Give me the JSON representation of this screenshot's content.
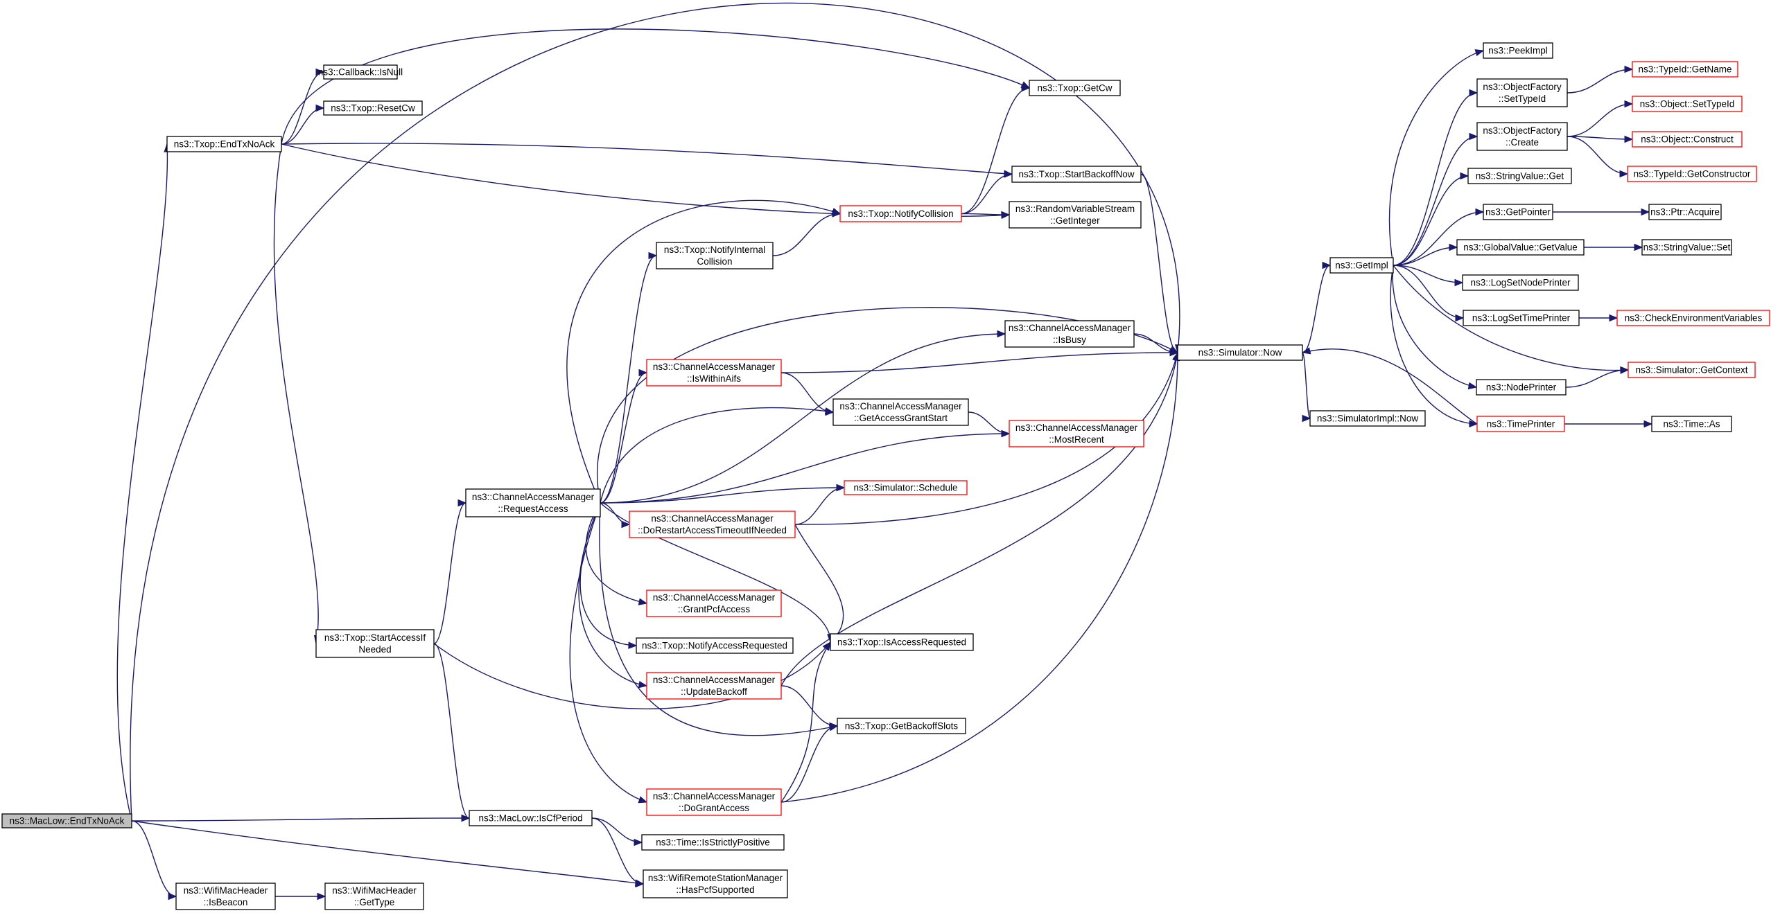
{
  "graph": {
    "colors": {
      "edge": "#191970",
      "truncated_border": "#ff0000",
      "normal_border": "#000000",
      "root_fill": "#bfbfbf",
      "background": "#ffffff"
    },
    "nodes": [
      {
        "id": "root",
        "lines": [
          "ns3::MacLow::EndTxNoAck"
        ],
        "style": "root"
      },
      {
        "id": "endtxnoack",
        "lines": [
          "ns3::Txop::EndTxNoAck"
        ],
        "style": "normal"
      },
      {
        "id": "callbackisnull",
        "lines": [
          "ns3::Callback::IsNull"
        ],
        "style": "normal"
      },
      {
        "id": "resetcw",
        "lines": [
          "ns3::Txop::ResetCw"
        ],
        "style": "normal"
      },
      {
        "id": "getcw",
        "lines": [
          "ns3::Txop::GetCw"
        ],
        "style": "normal"
      },
      {
        "id": "startbackoffnow",
        "lines": [
          "ns3::Txop::StartBackoffNow"
        ],
        "style": "normal"
      },
      {
        "id": "notifycollision",
        "lines": [
          "ns3::Txop::NotifyCollision"
        ],
        "style": "truncated"
      },
      {
        "id": "rvsgetinteger",
        "lines": [
          "ns3::RandomVariableStream",
          "::GetInteger"
        ],
        "style": "normal"
      },
      {
        "id": "notifyinternalcollision",
        "lines": [
          "ns3::Txop::NotifyInternal",
          "Collision"
        ],
        "style": "normal"
      },
      {
        "id": "camisbusy",
        "lines": [
          "ns3::ChannelAccessManager",
          "::IsBusy"
        ],
        "style": "normal"
      },
      {
        "id": "simnow",
        "lines": [
          "ns3::Simulator::Now"
        ],
        "style": "normal"
      },
      {
        "id": "camiswithinaifs",
        "lines": [
          "ns3::ChannelAccessManager",
          "::IsWithinAifs"
        ],
        "style": "truncated"
      },
      {
        "id": "camgetaccessgrantstart",
        "lines": [
          "ns3::ChannelAccessManager",
          "::GetAccessGrantStart"
        ],
        "style": "normal"
      },
      {
        "id": "cammostrecent",
        "lines": [
          "ns3::ChannelAccessManager",
          "::MostRecent"
        ],
        "style": "truncated"
      },
      {
        "id": "camrequestaccess",
        "lines": [
          "ns3::ChannelAccessManager",
          "::RequestAccess"
        ],
        "style": "normal"
      },
      {
        "id": "simschedule",
        "lines": [
          "ns3::Simulator::Schedule"
        ],
        "style": "truncated"
      },
      {
        "id": "camdorestart",
        "lines": [
          "ns3::ChannelAccessManager",
          "::DoRestartAccessTimeoutIfNeeded"
        ],
        "style": "truncated"
      },
      {
        "id": "camgrantpcf",
        "lines": [
          "ns3::ChannelAccessManager",
          "::GrantPcfAccess"
        ],
        "style": "truncated"
      },
      {
        "id": "notifyaccessrequested",
        "lines": [
          "ns3::Txop::NotifyAccessRequested"
        ],
        "style": "normal"
      },
      {
        "id": "isaccessrequested",
        "lines": [
          "ns3::Txop::IsAccessRequested"
        ],
        "style": "normal"
      },
      {
        "id": "startaccessifneeded",
        "lines": [
          "ns3::Txop::StartAccessIf",
          "Needed"
        ],
        "style": "normal"
      },
      {
        "id": "camupdatebackoff",
        "lines": [
          "ns3::ChannelAccessManager",
          "::UpdateBackoff"
        ],
        "style": "truncated"
      },
      {
        "id": "getbackoffslots",
        "lines": [
          "ns3::Txop::GetBackoffSlots"
        ],
        "style": "normal"
      },
      {
        "id": "camdogrant",
        "lines": [
          "ns3::ChannelAccessManager",
          "::DoGrantAccess"
        ],
        "style": "truncated"
      },
      {
        "id": "maclowiscfperiod",
        "lines": [
          "ns3::MacLow::IsCfPeriod"
        ],
        "style": "normal"
      },
      {
        "id": "timeisstrictlypositive",
        "lines": [
          "ns3::Time::IsStrictlyPositive"
        ],
        "style": "normal"
      },
      {
        "id": "wrsmhaspcf",
        "lines": [
          "ns3::WifiRemoteStationManager",
          "::HasPcfSupported"
        ],
        "style": "normal"
      },
      {
        "id": "wmhisbeacon",
        "lines": [
          "ns3::WifiMacHeader",
          "::IsBeacon"
        ],
        "style": "normal"
      },
      {
        "id": "wmhgettype",
        "lines": [
          "ns3::WifiMacHeader",
          "::GetType"
        ],
        "style": "normal"
      },
      {
        "id": "simimplnow",
        "lines": [
          "ns3::SimulatorImpl::Now"
        ],
        "style": "normal"
      },
      {
        "id": "getimpl",
        "lines": [
          "ns3::GetImpl"
        ],
        "style": "normal"
      },
      {
        "id": "peekimpl",
        "lines": [
          "ns3::PeekImpl"
        ],
        "style": "normal"
      },
      {
        "id": "ofsettypeid",
        "lines": [
          "ns3::ObjectFactory",
          "::SetTypeId"
        ],
        "style": "normal"
      },
      {
        "id": "typeidgetname",
        "lines": [
          "ns3::TypeId::GetName"
        ],
        "style": "truncated"
      },
      {
        "id": "ofcreate",
        "lines": [
          "ns3::ObjectFactory",
          "::Create"
        ],
        "style": "normal"
      },
      {
        "id": "objectsettypeid",
        "lines": [
          "ns3::Object::SetTypeId"
        ],
        "style": "truncated"
      },
      {
        "id": "objectconstruct",
        "lines": [
          "ns3::Object::Construct"
        ],
        "style": "truncated"
      },
      {
        "id": "typeidgetconstructor",
        "lines": [
          "ns3::TypeId::GetConstructor"
        ],
        "style": "truncated"
      },
      {
        "id": "stringvalueget",
        "lines": [
          "ns3::StringValue::Get"
        ],
        "style": "normal"
      },
      {
        "id": "getpointer",
        "lines": [
          "ns3::GetPointer"
        ],
        "style": "normal"
      },
      {
        "id": "ptracquire",
        "lines": [
          "ns3::Ptr::Acquire"
        ],
        "style": "normal"
      },
      {
        "id": "globalvaluegetvalue",
        "lines": [
          "ns3::GlobalValue::GetValue"
        ],
        "style": "normal"
      },
      {
        "id": "stringvalueset",
        "lines": [
          "ns3::StringValue::Set"
        ],
        "style": "normal"
      },
      {
        "id": "logsetnodeprinter",
        "lines": [
          "ns3::LogSetNodePrinter"
        ],
        "style": "normal"
      },
      {
        "id": "logsettimeprinter",
        "lines": [
          "ns3::LogSetTimePrinter"
        ],
        "style": "normal"
      },
      {
        "id": "checkenv",
        "lines": [
          "ns3::CheckEnvironmentVariables"
        ],
        "style": "truncated"
      },
      {
        "id": "simgetcontext",
        "lines": [
          "ns3::Simulator::GetContext"
        ],
        "style": "truncated"
      },
      {
        "id": "nodeprinter",
        "lines": [
          "ns3::NodePrinter"
        ],
        "style": "normal"
      },
      {
        "id": "timeprinter",
        "lines": [
          "ns3::TimePrinter"
        ],
        "style": "truncated"
      },
      {
        "id": "timeas",
        "lines": [
          "ns3::Time::As"
        ],
        "style": "normal"
      }
    ],
    "edges": [
      [
        "root",
        "endtxnoack"
      ],
      [
        "root",
        "simnow"
      ],
      [
        "root",
        "maclowiscfperiod"
      ],
      [
        "root",
        "wrsmhaspcf"
      ],
      [
        "root",
        "wmhisbeacon"
      ],
      [
        "endtxnoack",
        "callbackisnull"
      ],
      [
        "endtxnoack",
        "resetcw"
      ],
      [
        "endtxnoack",
        "getcw"
      ],
      [
        "endtxnoack",
        "startbackoffnow"
      ],
      [
        "endtxnoack",
        "rvsgetinteger"
      ],
      [
        "endtxnoack",
        "startaccessifneeded"
      ],
      [
        "startbackoffnow",
        "simnow"
      ],
      [
        "notifycollision",
        "getcw"
      ],
      [
        "notifycollision",
        "startbackoffnow"
      ],
      [
        "notifycollision",
        "rvsgetinteger"
      ],
      [
        "notifyinternalcollision",
        "notifycollision"
      ],
      [
        "camrequestaccess",
        "notifycollision"
      ],
      [
        "camrequestaccess",
        "notifyinternalcollision"
      ],
      [
        "camrequestaccess",
        "simnow"
      ],
      [
        "camrequestaccess",
        "camisbusy"
      ],
      [
        "camrequestaccess",
        "camiswithinaifs"
      ],
      [
        "camrequestaccess",
        "camgetaccessgrantstart"
      ],
      [
        "camrequestaccess",
        "cammostrecent"
      ],
      [
        "camrequestaccess",
        "simschedule"
      ],
      [
        "camrequestaccess",
        "camdorestart"
      ],
      [
        "camrequestaccess",
        "camgrantpcf"
      ],
      [
        "camrequestaccess",
        "notifyaccessrequested"
      ],
      [
        "camrequestaccess",
        "isaccessrequested"
      ],
      [
        "camrequestaccess",
        "camupdatebackoff"
      ],
      [
        "camrequestaccess",
        "getbackoffslots"
      ],
      [
        "camrequestaccess",
        "camdogrant"
      ],
      [
        "camisbusy",
        "simnow"
      ],
      [
        "camiswithinaifs",
        "simnow"
      ],
      [
        "camiswithinaifs",
        "camgetaccessgrantstart"
      ],
      [
        "camgetaccessgrantstart",
        "cammostrecent"
      ],
      [
        "camdorestart",
        "simschedule"
      ],
      [
        "camdorestart",
        "simnow"
      ],
      [
        "camdorestart",
        "isaccessrequested"
      ],
      [
        "startaccessifneeded",
        "camrequestaccess"
      ],
      [
        "startaccessifneeded",
        "isaccessrequested"
      ],
      [
        "startaccessifneeded",
        "maclowiscfperiod"
      ],
      [
        "camupdatebackoff",
        "simnow"
      ],
      [
        "camupdatebackoff",
        "getbackoffslots"
      ],
      [
        "camdogrant",
        "isaccessrequested"
      ],
      [
        "camdogrant",
        "getbackoffslots"
      ],
      [
        "camdogrant",
        "simnow"
      ],
      [
        "maclowiscfperiod",
        "timeisstrictlypositive"
      ],
      [
        "maclowiscfperiod",
        "wrsmhaspcf"
      ],
      [
        "wmhisbeacon",
        "wmhgettype"
      ],
      [
        "simnow",
        "simimplnow"
      ],
      [
        "simnow",
        "getimpl"
      ],
      [
        "getimpl",
        "peekimpl"
      ],
      [
        "getimpl",
        "ofsettypeid"
      ],
      [
        "getimpl",
        "ofcreate"
      ],
      [
        "getimpl",
        "stringvalueget"
      ],
      [
        "getimpl",
        "getpointer"
      ],
      [
        "getimpl",
        "globalvaluegetvalue"
      ],
      [
        "getimpl",
        "logsetnodeprinter"
      ],
      [
        "getimpl",
        "logsettimeprinter"
      ],
      [
        "getimpl",
        "simgetcontext"
      ],
      [
        "getimpl",
        "nodeprinter"
      ],
      [
        "getimpl",
        "timeprinter"
      ],
      [
        "ofsettypeid",
        "typeidgetname"
      ],
      [
        "ofcreate",
        "objectsettypeid"
      ],
      [
        "ofcreate",
        "objectconstruct"
      ],
      [
        "ofcreate",
        "typeidgetconstructor"
      ],
      [
        "getpointer",
        "ptracquire"
      ],
      [
        "globalvaluegetvalue",
        "stringvalueset"
      ],
      [
        "logsettimeprinter",
        "checkenv"
      ],
      [
        "nodeprinter",
        "simgetcontext"
      ],
      [
        "timeprinter",
        "simnow"
      ],
      [
        "timeprinter",
        "timeas"
      ]
    ]
  }
}
